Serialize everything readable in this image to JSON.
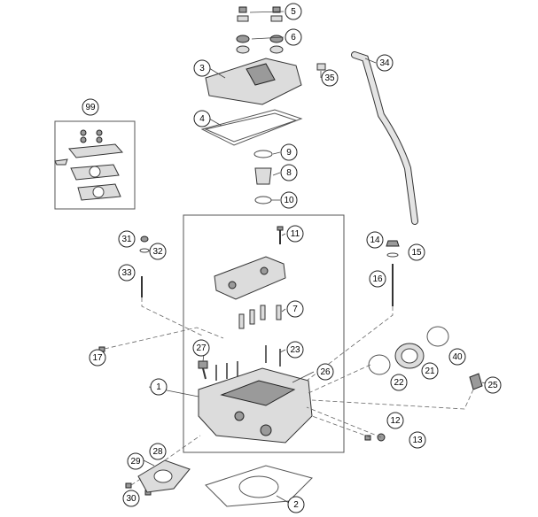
{
  "callouts": [
    {
      "id": "c1",
      "label": "1"
    },
    {
      "id": "c2",
      "label": "2"
    },
    {
      "id": "c3",
      "label": "3"
    },
    {
      "id": "c4",
      "label": "4"
    },
    {
      "id": "c5",
      "label": "5"
    },
    {
      "id": "c6",
      "label": "6"
    },
    {
      "id": "c7",
      "label": "7"
    },
    {
      "id": "c8",
      "label": "8"
    },
    {
      "id": "c9",
      "label": "9"
    },
    {
      "id": "c10",
      "label": "10"
    },
    {
      "id": "c11",
      "label": "11"
    },
    {
      "id": "c12",
      "label": "12"
    },
    {
      "id": "c13",
      "label": "13"
    },
    {
      "id": "c14",
      "label": "14"
    },
    {
      "id": "c15",
      "label": "15"
    },
    {
      "id": "c16",
      "label": "16"
    },
    {
      "id": "c17",
      "label": "17"
    },
    {
      "id": "c21",
      "label": "21"
    },
    {
      "id": "c22",
      "label": "22"
    },
    {
      "id": "c23",
      "label": "23"
    },
    {
      "id": "c25",
      "label": "25"
    },
    {
      "id": "c26",
      "label": "26"
    },
    {
      "id": "c27",
      "label": "27"
    },
    {
      "id": "c28",
      "label": "28"
    },
    {
      "id": "c29",
      "label": "29"
    },
    {
      "id": "c30",
      "label": "30"
    },
    {
      "id": "c31",
      "label": "31"
    },
    {
      "id": "c32",
      "label": "32"
    },
    {
      "id": "c33",
      "label": "33"
    },
    {
      "id": "c34",
      "label": "34"
    },
    {
      "id": "c35",
      "label": "35"
    },
    {
      "id": "c40",
      "label": "40"
    },
    {
      "id": "c99",
      "label": "99"
    }
  ]
}
